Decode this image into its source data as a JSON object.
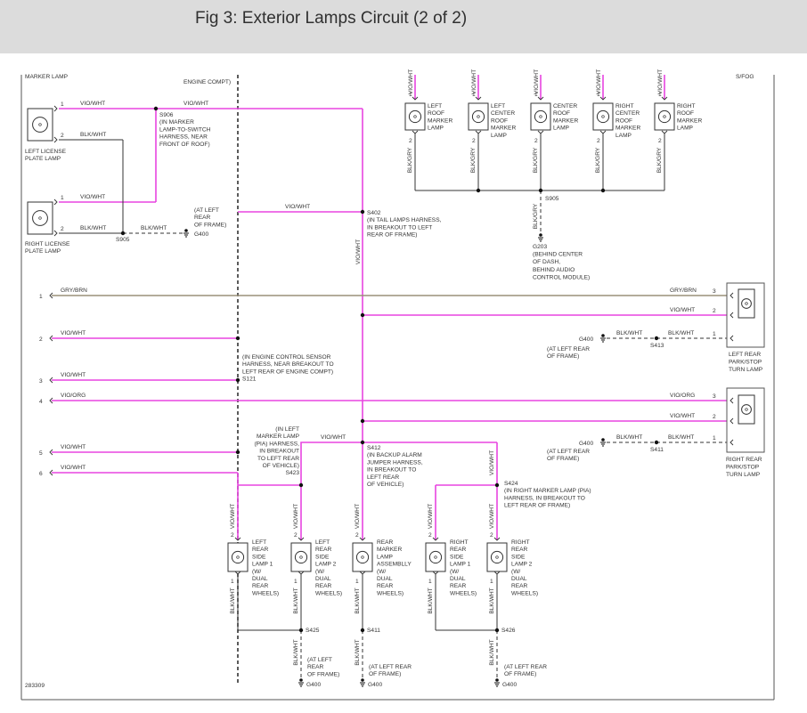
{
  "header": {
    "title": "Fig 3: Exterior Lamps Circuit (2 of 2)"
  },
  "figure_id": "283309",
  "colors": {
    "vio_wht": "#e845e0",
    "gry_brn": "#9a9079",
    "vio_org": "#e845e0",
    "blk": "#333333",
    "header_bg": "#dcdcdc"
  },
  "cut_top": {
    "left": "MARKER LAMP",
    "mid": "ENGINE COMPT)",
    "right": "S/FOG"
  },
  "wires": {
    "vio_wht": "VIO/WHT",
    "blk_wht": "BLK/WHT",
    "blk_gry": "BLK/GRY",
    "gry_brn": "GRY/BRN",
    "vio_org": "VIO/ORG"
  },
  "pins": {
    "p1": "1",
    "p2": "2",
    "p3": "3"
  },
  "connectors": {
    "c1": "1",
    "c2": "2",
    "c3": "3",
    "c4": "4",
    "c5": "5",
    "c6": "6"
  },
  "lamps": {
    "left_license": [
      "LEFT LICENSE",
      "PLATE LAMP"
    ],
    "right_license": [
      "RIGHT LICENSE",
      "PLATE LAMP"
    ],
    "left_roof_marker": [
      "LEFT",
      "ROOF",
      "MARKER",
      "LAMP"
    ],
    "left_center_roof_marker": [
      "LEFT",
      "CENTER",
      "ROOF",
      "MARKER",
      "LAMP"
    ],
    "center_roof_marker": [
      "CENTER",
      "ROOF",
      "MARKER",
      "LAMP"
    ],
    "right_center_roof_marker": [
      "RIGHT",
      "CENTER",
      "ROOF",
      "MARKER",
      "LAMP"
    ],
    "right_roof_marker": [
      "RIGHT",
      "ROOF",
      "MARKER",
      "LAMP"
    ],
    "left_rear_park": [
      "LEFT REAR",
      "PARK/STOP",
      "TURN LAMP"
    ],
    "right_rear_park": [
      "RIGHT REAR",
      "PARK/STOP",
      "TURN LAMP"
    ],
    "left_rear_side_1": [
      "LEFT",
      "REAR",
      "SIDE",
      "LAMP 1",
      "(W/",
      "DUAL",
      "REAR",
      "WHEELS)"
    ],
    "left_rear_side_2": [
      "LEFT",
      "REAR",
      "SIDE",
      "LAMP 2",
      "(W/",
      "DUAL",
      "REAR",
      "WHEELS)"
    ],
    "rear_marker": [
      "REAR",
      "MARKER",
      "LAMP",
      "ASSEMBLLY",
      "(W/",
      "DUAL",
      "REAR",
      "WHEELS)"
    ],
    "right_rear_side_1": [
      "RIGHT",
      "REAR",
      "SIDE",
      "LAMP 1",
      "(W/",
      "DUAL",
      "REAR",
      "WHEELS)"
    ],
    "right_rear_side_2": [
      "RIGHT",
      "REAR",
      "SIDE",
      "LAMP 2",
      "(W/",
      "DUAL",
      "REAR",
      "WHEELS)"
    ]
  },
  "splices": {
    "s906": [
      "S906",
      "(IN MARKER",
      "LAMP-TO-SWITCH",
      "HARNESS, NEAR",
      "FRONT OF ROOF)"
    ],
    "s905": "S905",
    "s402": [
      "S402",
      "(IN TAIL LAMPS HARNESS,",
      "IN BREAKOUT TO LEFT",
      "REAR OF FRAME)"
    ],
    "s121": [
      "(IN ENGINE CONTROL SENSOR",
      "HARNESS, NEAR BREAKOUT TO",
      "LEFT REAR OF ENGINE COMPT)",
      "S121"
    ],
    "s413": "S413",
    "s411": "S411",
    "s412": [
      "S412",
      "(IN BACKUP ALARM",
      "JUMPER HARNESS,",
      "IN BREAKOUT TO",
      "LEFT REAR",
      "OF VEHICLE)"
    ],
    "s423": [
      "(IN LEFT",
      "MARKER LAMP",
      "(PIA) HARNESS,",
      "IN BREAKOUT",
      "TO LEFT REAR",
      "OF VEHICLE)",
      "S423"
    ],
    "s424": [
      "S424",
      "(IN RIGHT MARKER LAMP (PIA)",
      "HARNESS, IN BREAKOUT TO",
      "LEFT REAR OF FRAME)"
    ],
    "s425": "S425",
    "s426": "S426"
  },
  "grounds": {
    "g400": "G400",
    "g203": [
      "G203",
      "(BEHIND CENTER",
      "OF DASH,",
      "BEHIND AUDIO",
      "CONTROL MODULE)"
    ],
    "at_left_rear_frame": [
      "(AT LEFT REAR",
      "OF FRAME)"
    ],
    "at_left_rear_frame_3": [
      "(AT LEFT",
      "REAR",
      "OF FRAME)"
    ]
  }
}
